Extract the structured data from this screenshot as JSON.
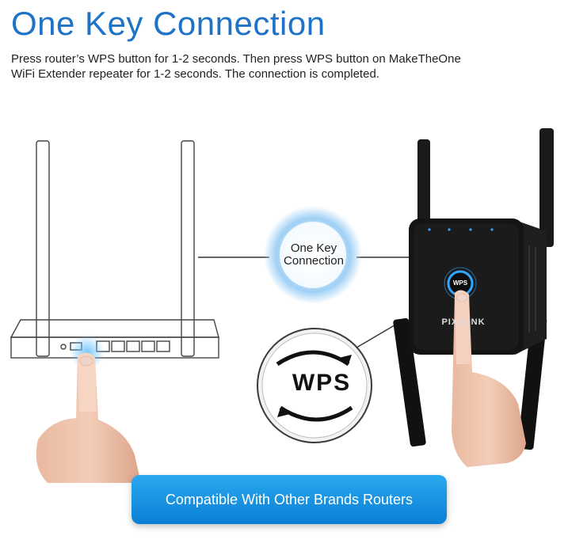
{
  "title": "One Key Connection",
  "description": {
    "line1": "Press router’s WPS button for 1-2 seconds. Then press WPS button on MakeTheOne",
    "line2": "WiFi Extender repeater for 1-2 seconds. The connection is completed."
  },
  "center_badge": {
    "line1": "One Key",
    "line2": "Connection"
  },
  "wps_badge": "WPS",
  "extender": {
    "button_label": "WPS",
    "brand": "PIX-LINK"
  },
  "banner_text": "Compatible With Other Brands Routers",
  "colors": {
    "title": "#1e73c8",
    "accent": "#1a9ae8",
    "device": "#111111"
  }
}
